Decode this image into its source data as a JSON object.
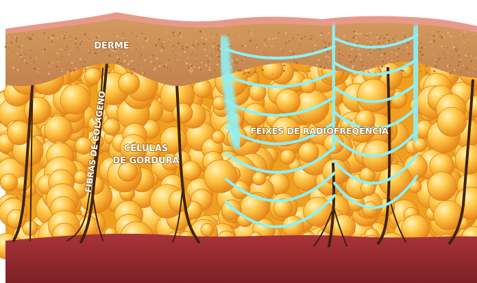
{
  "labels": {
    "derme": "DERME",
    "fibras": "FIBRAS DE COLÁGENO",
    "celulas_line1": "CÉLULAS",
    "celulas_line2": "DE GORDURA",
    "feixes": "FEIXES DE RADIOFREQÊNCIA"
  },
  "colors": {
    "epidermis": "#f2b5a0",
    "dermis": "#c98e55",
    "fat_background": "#f5a623",
    "fat_cell_light": "#ffe08a",
    "fat_cell_dark": "#e8921a",
    "collagen_fiber": "#4a2a0e",
    "muscle": "#9b2c2c",
    "rf_beam": "#8ff0f5"
  },
  "icons": {
    "rf_beam": "radiofrequency-wave-icon"
  }
}
